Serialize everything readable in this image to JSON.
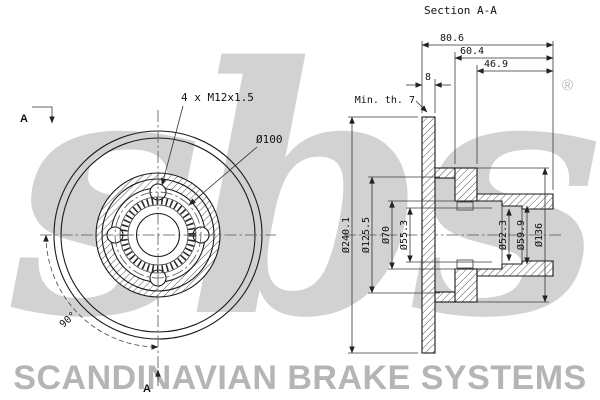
{
  "title": "Section A-A",
  "front_view": {
    "thread_callout": "4 x M12x1.5",
    "bolt_circle": "Ø100",
    "angle": "90°",
    "section_marker_top": "A",
    "section_marker_bottom": "A"
  },
  "section_view": {
    "widths": {
      "total": "80.6",
      "hub": "60.4",
      "inner": "46.9",
      "disc": "8"
    },
    "min_thickness": "Min. th. 7",
    "diameters": {
      "outer": "Ø240.1",
      "hat": "Ø125.5",
      "bore70": "Ø70",
      "bore553": "Ø55.3",
      "bore523": "Ø52.3",
      "bore599": "Ø59.9",
      "flange": "Ø136"
    }
  },
  "watermark": {
    "logo": "sbs",
    "registered": "®",
    "footer": "SCANDINAVIAN BRAKE SYSTEMS"
  },
  "colors": {
    "line": "#1a1a1a",
    "dimension": "#333333",
    "watermark": "#d2d2d2",
    "footer": "#b5b5b5",
    "background": "#ffffff"
  }
}
